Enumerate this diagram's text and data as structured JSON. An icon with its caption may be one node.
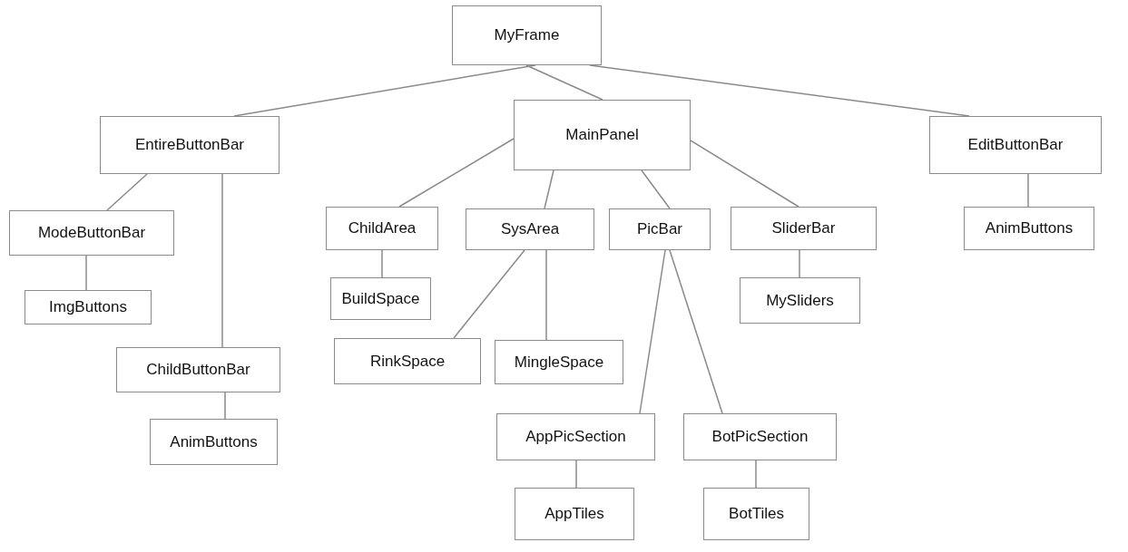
{
  "diagram": {
    "nodes": [
      {
        "text": [
          "MyFrame"
        ]
      },
      {
        "text": [
          "EntireButtonBar"
        ]
      },
      {
        "text": [
          "MainPanel"
        ]
      },
      {
        "text": [
          "EditButtonBar"
        ]
      },
      {
        "text": [
          "ModeButtonBar"
        ]
      },
      {
        "text": [
          "ImgButtons"
        ]
      },
      {
        "text": [
          "ChildButtonBar"
        ]
      },
      {
        "text": [
          "AnimButtons"
        ]
      },
      {
        "text": [
          "ChildArea"
        ]
      },
      {
        "text": [
          "SysArea"
        ]
      },
      {
        "text": [
          "PicBar"
        ]
      },
      {
        "text": [
          "SliderBar"
        ]
      },
      {
        "text": [
          "BuildSpace"
        ]
      },
      {
        "text": [
          "RinkSpace"
        ]
      },
      {
        "text": [
          "MingleSpace"
        ]
      },
      {
        "text": [
          "MySliders"
        ]
      },
      {
        "text": [
          "AnimButtons"
        ]
      },
      {
        "text": [
          "AppPicSection"
        ]
      },
      {
        "text": [
          "BotPicSection"
        ]
      },
      {
        "text": [
          "AppTiles"
        ]
      },
      {
        "text": [
          "BotTiles"
        ]
      }
    ],
    "edges": [
      {
        "from": 0,
        "to": 1,
        "arrow": "none"
      },
      {
        "from": 0,
        "to": 2,
        "arrow": "none"
      },
      {
        "from": 0,
        "to": 3,
        "arrow": "none"
      },
      {
        "from": 1,
        "to": 4,
        "arrow": "none"
      },
      {
        "from": 1,
        "to": 6,
        "arrow": "none"
      },
      {
        "from": 4,
        "to": 5,
        "arrow": "none"
      },
      {
        "from": 6,
        "to": 7,
        "arrow": "none"
      },
      {
        "from": 2,
        "to": 8,
        "arrow": "none"
      },
      {
        "from": 2,
        "to": 9,
        "arrow": "none"
      },
      {
        "from": 2,
        "to": 10,
        "arrow": "none"
      },
      {
        "from": 2,
        "to": 11,
        "arrow": "none"
      },
      {
        "from": 8,
        "to": 12,
        "arrow": "none"
      },
      {
        "from": 9,
        "to": 13,
        "arrow": "none"
      },
      {
        "from": 9,
        "to": 14,
        "arrow": "none"
      },
      {
        "from": 10,
        "to": 17,
        "arrow": "none"
      },
      {
        "from": 10,
        "to": 18,
        "arrow": "none"
      },
      {
        "from": 11,
        "to": 15,
        "arrow": "none"
      },
      {
        "from": 3,
        "to": 16,
        "arrow": "none"
      },
      {
        "from": 17,
        "to": 19,
        "arrow": "none"
      },
      {
        "from": 18,
        "to": 20,
        "arrow": "none"
      }
    ]
  }
}
